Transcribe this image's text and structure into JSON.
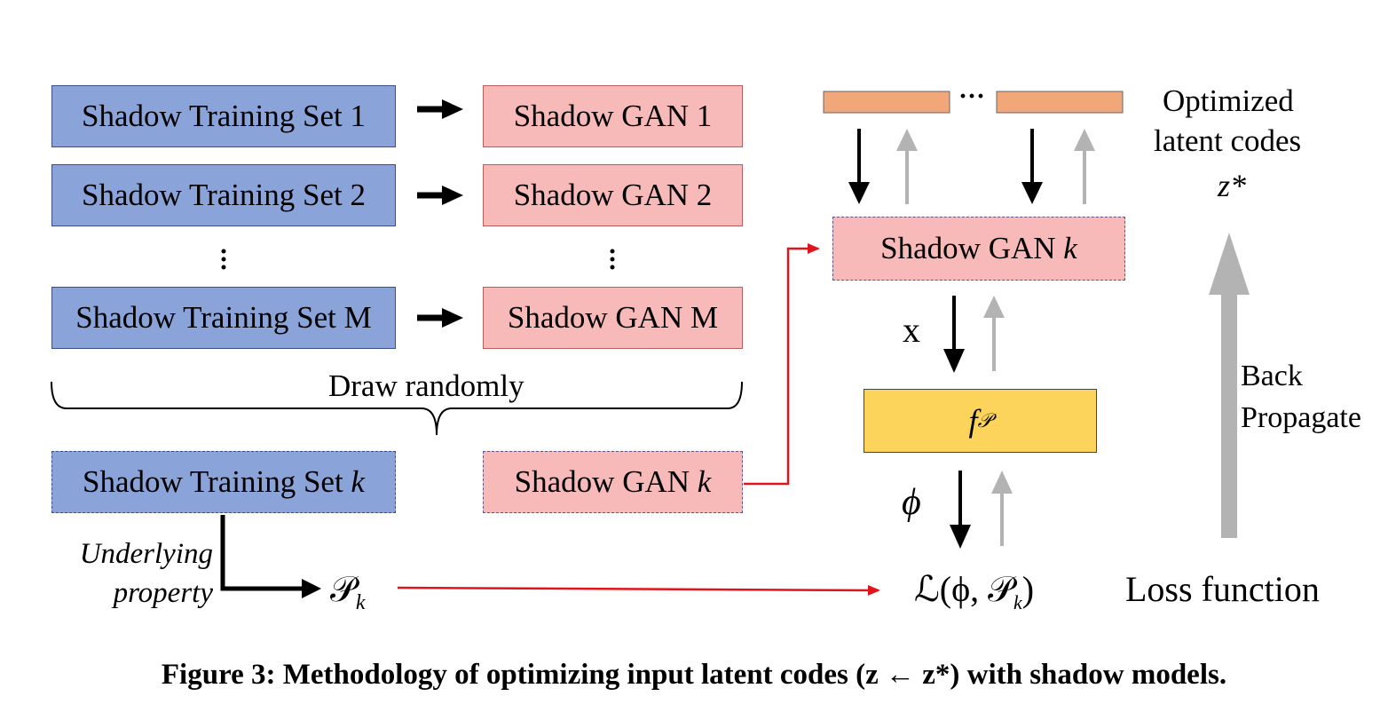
{
  "training_sets": [
    "Shadow Training Set 1",
    "Shadow Training Set 2",
    "Shadow Training Set M"
  ],
  "gans": [
    "Shadow GAN 1",
    "Shadow GAN 2",
    "Shadow GAN M"
  ],
  "draw_randomly": "Draw randomly",
  "selected_set": {
    "text": "Shadow Training Set ",
    "var": "k"
  },
  "selected_gan": {
    "text": "Shadow GAN ",
    "var": "k"
  },
  "right_gan": {
    "text": "Shadow GAN ",
    "var": "k"
  },
  "underlying_property": [
    "Underlying",
    "property"
  ],
  "property_symbol": "𝒫",
  "property_sub": "k",
  "optimized_label": [
    "Optimized",
    "latent codes"
  ],
  "z_star": "z*",
  "x_label": "x",
  "f_label": "f",
  "f_sub": "𝒫",
  "phi_label": "ϕ",
  "loss_expr": "ℒ(ϕ, 𝒫",
  "loss_sub": "k",
  "loss_close": ")",
  "back_prop": [
    "Back",
    "Propagate"
  ],
  "loss_function": "Loss function",
  "ellipsis": "···",
  "caption": "Figure 3: Methodology of optimizing input latent codes (z ← z*) with shadow models.",
  "colors": {
    "blue_box": "#8aa3d8",
    "pink_box": "#f8b9b9",
    "orange_bar": "#f2a779",
    "yellow_box": "#fcd35b",
    "red_arrow": "#e0141c",
    "gray_arrow": "#b3b3b3"
  }
}
